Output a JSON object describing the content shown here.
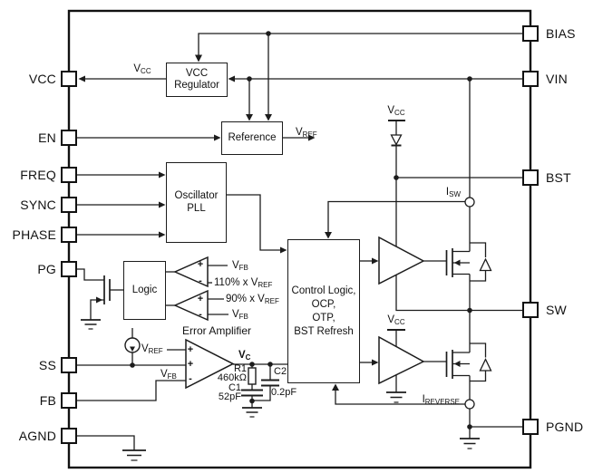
{
  "diagram": {
    "pins_left": [
      {
        "label": "VCC"
      },
      {
        "label": "EN"
      },
      {
        "label": "FREQ"
      },
      {
        "label": "SYNC"
      },
      {
        "label": "PHASE"
      },
      {
        "label": "PG"
      },
      {
        "label": "SS"
      },
      {
        "label": "FB"
      },
      {
        "label": "AGND"
      }
    ],
    "pins_right": [
      {
        "label": "BIAS"
      },
      {
        "label": "VIN"
      },
      {
        "label": "BST"
      },
      {
        "label": "SW"
      },
      {
        "label": "PGND"
      }
    ],
    "blocks": {
      "vcc_regulator": {
        "line1": "VCC",
        "line2": "Regulator"
      },
      "reference": {
        "label": "Reference"
      },
      "oscillator": {
        "line1": "Oscillator",
        "line2": "PLL"
      },
      "logic": {
        "label": "Logic"
      },
      "control_logic": {
        "line1": "Control Logic,",
        "line2": "OCP,",
        "line3": "OTP,",
        "line4": "BST Refresh"
      }
    },
    "nets": {
      "vcc": {
        "main": "V",
        "sub": "CC"
      },
      "vref": {
        "main": "V",
        "sub": "REF"
      },
      "vfb": {
        "main": "V",
        "sub": "FB"
      },
      "vc": {
        "main": "V",
        "sub": "C"
      },
      "isw": {
        "main": "I",
        "sub": "SW"
      },
      "ireverse": {
        "main": "I",
        "sub": "REVERSE"
      },
      "pct110": "110% x ",
      "pct90": "90% x "
    },
    "components": {
      "r1": {
        "name": "R1",
        "value": "460kΩ"
      },
      "c1": {
        "name": "C1",
        "value": "52pF"
      },
      "c2": {
        "name": "C2",
        "value": "0.2pF"
      }
    },
    "labels": {
      "error_amplifier": "Error Amplifier"
    },
    "signs": {
      "plus": "+",
      "minus": "-"
    }
  }
}
